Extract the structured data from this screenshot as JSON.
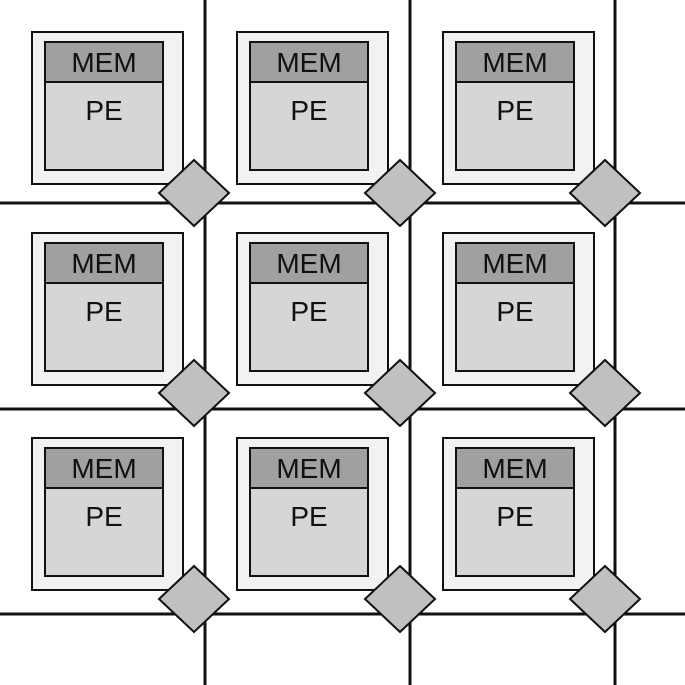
{
  "colors": {
    "background": "#ffffff",
    "grid_line": "#111111",
    "tile_frame": "#f2f2f2",
    "mem_block": "#a0a0a0",
    "pe_block": "#d6d6d6",
    "router": "#c0c0c0"
  },
  "tiles": [
    {
      "mem_label": "MEM",
      "pe_label": "PE"
    },
    {
      "mem_label": "MEM",
      "pe_label": "PE"
    },
    {
      "mem_label": "MEM",
      "pe_label": "PE"
    },
    {
      "mem_label": "MEM",
      "pe_label": "PE"
    },
    {
      "mem_label": "MEM",
      "pe_label": "PE"
    },
    {
      "mem_label": "MEM",
      "pe_label": "PE"
    },
    {
      "mem_label": "MEM",
      "pe_label": "PE"
    },
    {
      "mem_label": "MEM",
      "pe_label": "PE"
    },
    {
      "mem_label": "MEM",
      "pe_label": "PE"
    }
  ]
}
